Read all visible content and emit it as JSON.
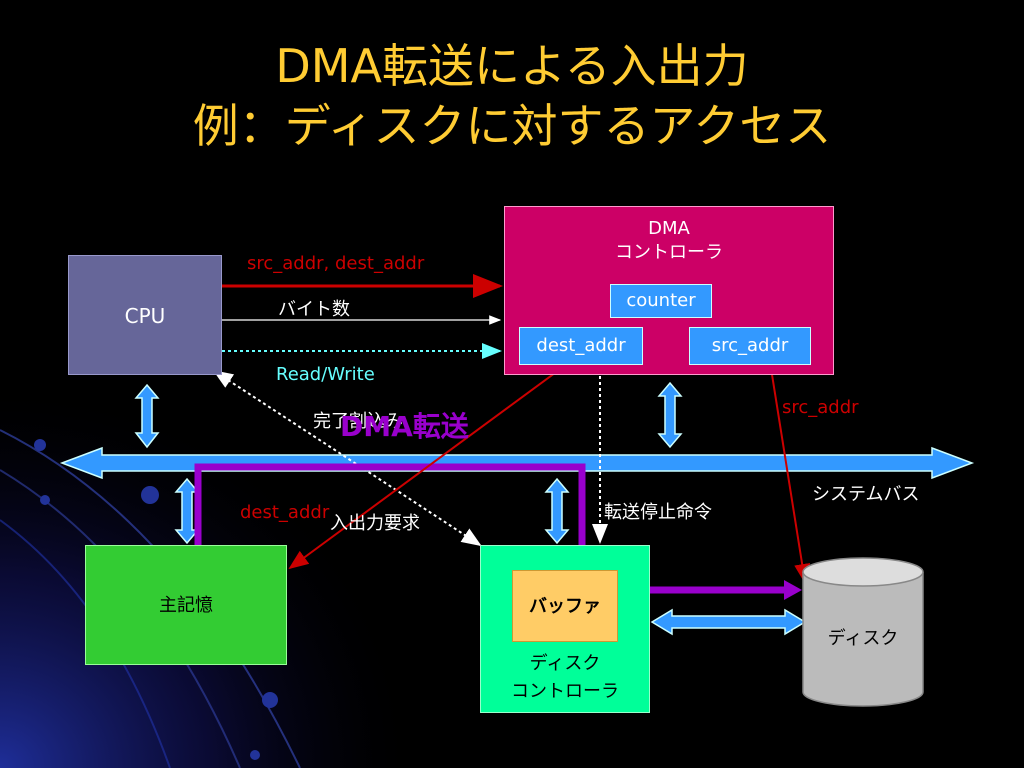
{
  "title": {
    "line1": "DMA転送による入出力",
    "line2": "例：ディスクに対するアクセス"
  },
  "cpu": {
    "label": "CPU"
  },
  "dma_controller": {
    "line1": "DMA",
    "line2": "コントローラ",
    "counter": "counter",
    "dest_addr": "dest_addr",
    "src_addr": "src_addr"
  },
  "main_memory": {
    "label": "主記憶"
  },
  "disk_controller": {
    "buffer": "バッファ",
    "line1": "ディスク",
    "line2": "コントローラ"
  },
  "disk": {
    "label": "ディスク"
  },
  "bus": {
    "label": "システムバス"
  },
  "signals": {
    "addrs": "src_addr, dest_addr",
    "bytes": "バイト数",
    "rw": "Read/Write",
    "done_irq": "完了割込み",
    "dma_transfer": "DMA転送",
    "src_addr": "src_addr",
    "dest_addr": "dest_addr",
    "io_request": "入出力要求",
    "stop_cmd": "転送停止命令"
  },
  "colors": {
    "background": "#000000",
    "title": "#ffcc33",
    "bus": "#3399ff",
    "red_signal": "#cc0000",
    "cyan_signal": "#66ffff",
    "dma_path": "#9900cc"
  }
}
